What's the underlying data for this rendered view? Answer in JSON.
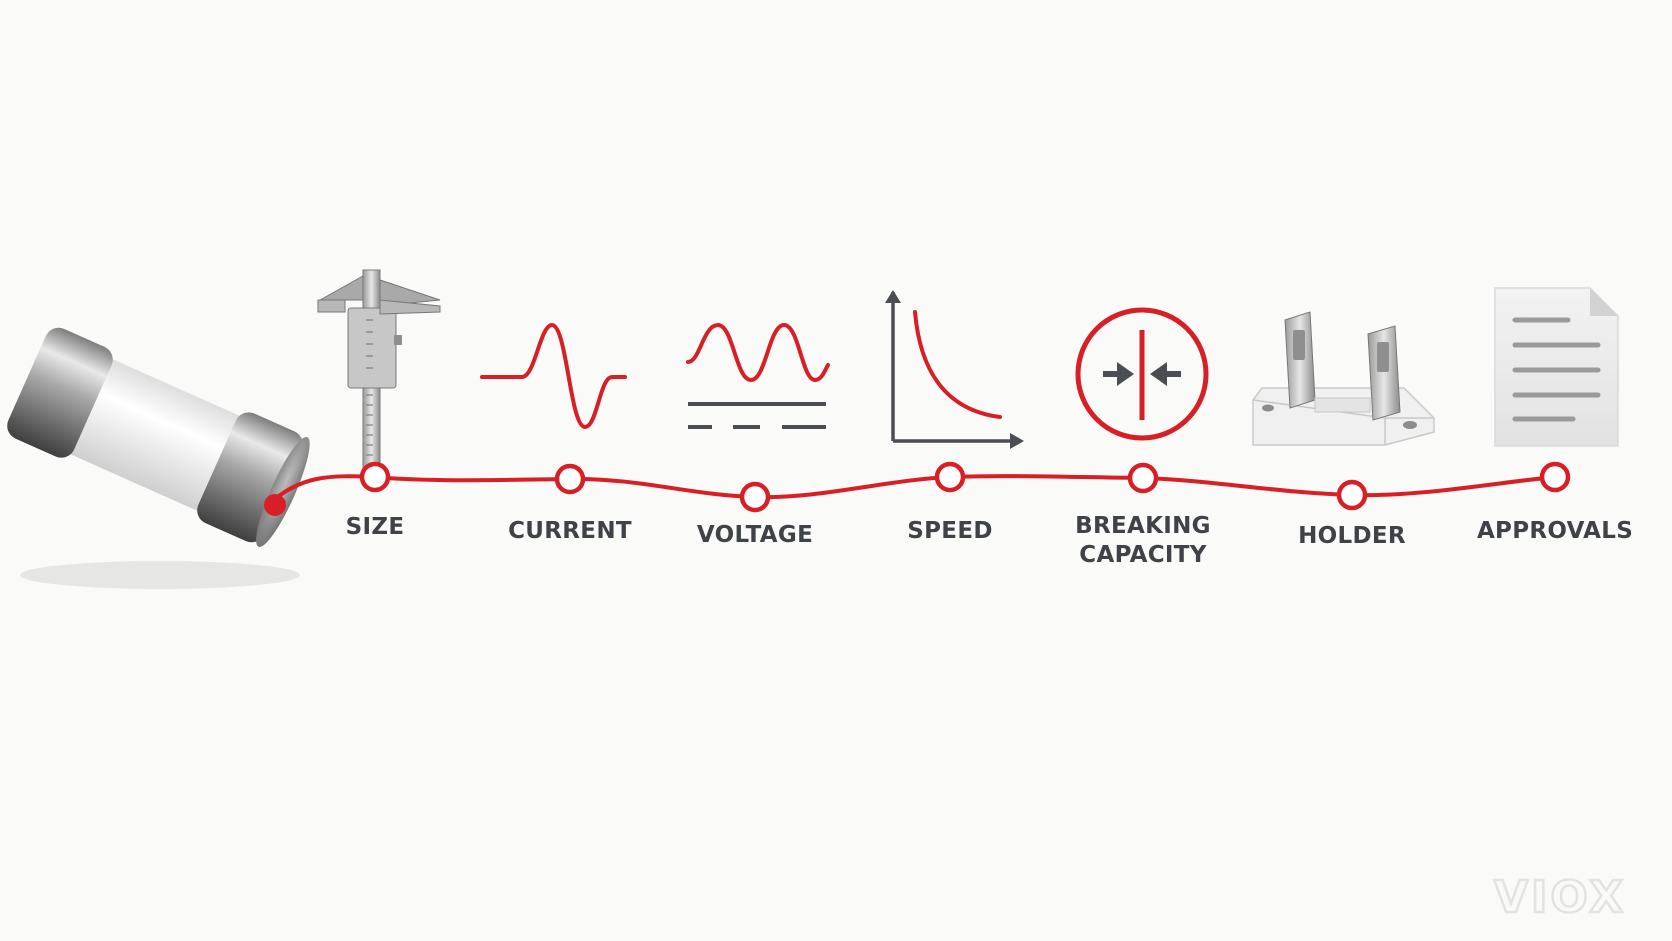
{
  "steps": [
    {
      "id": "size",
      "label_lines": [
        "SIZE"
      ],
      "icon": "caliper-icon"
    },
    {
      "id": "current",
      "label_lines": [
        "CURRENT"
      ],
      "icon": "current-pulse-icon"
    },
    {
      "id": "voltage",
      "label_lines": [
        "VOLTAGE"
      ],
      "icon": "voltage-ac-dc-icon"
    },
    {
      "id": "speed",
      "label_lines": [
        "SPEED"
      ],
      "icon": "time-current-curve-icon"
    },
    {
      "id": "breaking",
      "label_lines": [
        "BREAKING",
        "CAPACITY"
      ],
      "icon": "breaking-capacity-icon"
    },
    {
      "id": "holder",
      "label_lines": [
        "HOLDER"
      ],
      "icon": "fuse-holder-icon"
    },
    {
      "id": "approvals",
      "label_lines": [
        "APPROVALS"
      ],
      "icon": "document-icon"
    }
  ],
  "start_icon": "cartridge-fuse-icon",
  "watermark": "VIOX",
  "colors": {
    "path": "#d81f26",
    "icon_red": "#d81f26",
    "icon_gray": "#4a4d52",
    "label": "#3f4247"
  }
}
